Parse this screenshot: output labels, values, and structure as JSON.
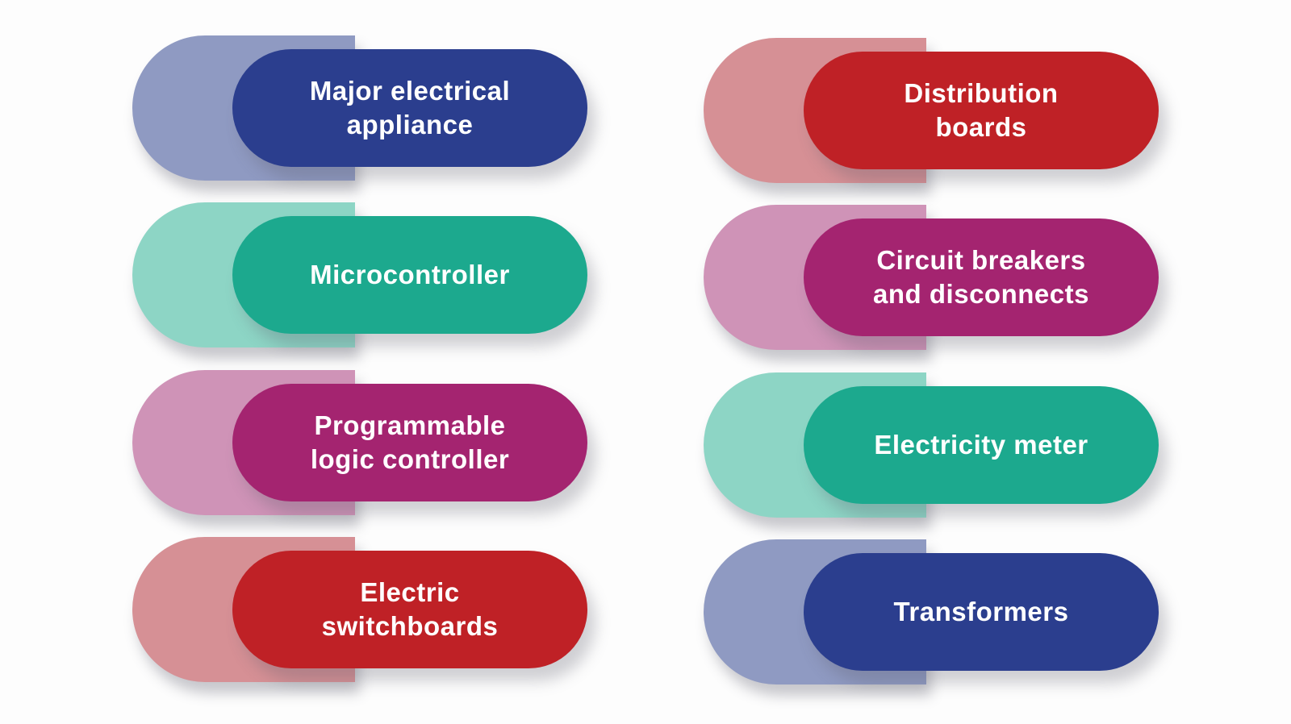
{
  "figure": {
    "background_color": "#fdfdfd",
    "text_color": "#ffffff"
  },
  "items": [
    {
      "label": "Major electrical\nappliance",
      "column": "left",
      "row": 1,
      "fg_color": "#2b3e8e",
      "bg_color": "#8f9ac2"
    },
    {
      "label": "Microcontroller",
      "column": "left",
      "row": 2,
      "fg_color": "#1ca98e",
      "bg_color": "#8dd5c5"
    },
    {
      "label": "Programmable\nlogic controller",
      "column": "left",
      "row": 3,
      "fg_color": "#a42470",
      "bg_color": "#cf93b7"
    },
    {
      "label": "Electric\nswitchboards",
      "column": "left",
      "row": 4,
      "fg_color": "#bf2126",
      "bg_color": "#d69095"
    },
    {
      "label": "Distribution\nboards",
      "column": "right",
      "row": 1,
      "fg_color": "#bf2126",
      "bg_color": "#d69095"
    },
    {
      "label": "Circuit breakers\nand disconnects",
      "column": "right",
      "row": 2,
      "fg_color": "#a42470",
      "bg_color": "#cf93b7"
    },
    {
      "label": "Electricity meter",
      "column": "right",
      "row": 3,
      "fg_color": "#1ca98e",
      "bg_color": "#8dd5c5"
    },
    {
      "label": "Transformers",
      "column": "right",
      "row": 4,
      "fg_color": "#2b3e8e",
      "bg_color": "#8f9ac2"
    }
  ]
}
